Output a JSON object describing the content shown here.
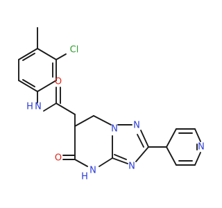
{
  "molecule": {
    "colors": {
      "carbon": "#1a1a1a",
      "nitrogen": "#2a3bd6",
      "oxygen": "#e0261b",
      "chlorine": "#2e9e2e",
      "background": "#ffffff"
    },
    "labels": {
      "cl": "Cl",
      "amide_nh": "H",
      "amide_n": "N",
      "amide_o": "O",
      "ring_n1": "N",
      "ring_n2": "N",
      "ring_n3": "N",
      "ring_nh_h": "H",
      "ring_nh_n": "N",
      "ketone_o": "O",
      "pyridine_n": "N"
    }
  }
}
